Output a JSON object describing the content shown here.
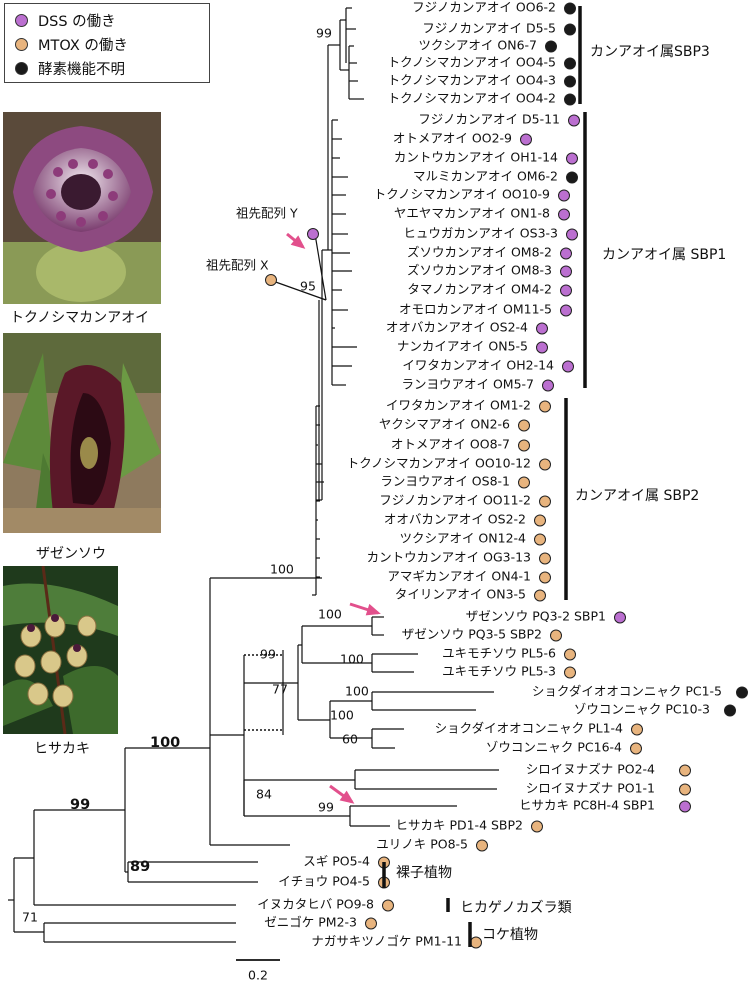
{
  "legend": {
    "items": [
      {
        "label": "DSS の働き",
        "color": "#bb6fd0"
      },
      {
        "label": "MTOX の働き",
        "color": "#e8b47e"
      },
      {
        "label": "酵素機能不明",
        "color": "#1a1a1a"
      }
    ]
  },
  "photos": [
    {
      "caption": "トクノシマカンアオイ",
      "icon": "asarum-flower-photo"
    },
    {
      "caption": "ザゼンソウ",
      "icon": "skunk-cabbage-photo"
    },
    {
      "caption": "ヒサカキ",
      "icon": "eurya-flowers-photo"
    }
  ],
  "colors": {
    "dss": "#bb6fd0",
    "mtox": "#e8b47e",
    "unknown": "#1a1a1a",
    "arrow": "#e2508c"
  },
  "tree": {
    "leaves": [
      {
        "label": "フジノカンアオイ OO6-2",
        "type": "unknown"
      },
      {
        "label": "フジノカンアオイ D5-5",
        "type": "unknown"
      },
      {
        "label": "ツクシアオイ ON6-7",
        "type": "unknown"
      },
      {
        "label": "トクノシマカンアオイ OO4-5",
        "type": "unknown"
      },
      {
        "label": "トクノシマカンアオイ OO4-3",
        "type": "unknown"
      },
      {
        "label": "トクノシマカンアオイ OO4-2",
        "type": "unknown"
      },
      {
        "label": "フジノカンアオイ D5-11",
        "type": "dss"
      },
      {
        "label": "オトメアオイ OO2-9",
        "type": "dss"
      },
      {
        "label": "カントウカンアオイ OH1-14",
        "type": "dss"
      },
      {
        "label": "マルミカンアオイ OM6-2",
        "type": "unknown"
      },
      {
        "label": "トクノシマカンアオイ OO10-9",
        "type": "dss"
      },
      {
        "label": "ヤエヤマカンアオイ ON1-8",
        "type": "dss"
      },
      {
        "label": "ヒュウガカンアオイ OS3-3",
        "type": "dss"
      },
      {
        "label": "ズソウカンアオイ OM8-2",
        "type": "dss"
      },
      {
        "label": "ズソウカンアオイ OM8-3",
        "type": "dss"
      },
      {
        "label": "タマノカンアオイ OM4-2",
        "type": "dss"
      },
      {
        "label": "オモロカンアオイ OM11-5",
        "type": "dss"
      },
      {
        "label": "オオバカンアオイ OS2-4",
        "type": "dss"
      },
      {
        "label": "ナンカイアオイ ON5-5",
        "type": "dss"
      },
      {
        "label": "イワタカンアオイ OH2-14",
        "type": "dss"
      },
      {
        "label": "ランヨウアオイ OM5-7",
        "type": "dss"
      },
      {
        "label": "イワタカンアオイ OM1-2",
        "type": "mtox"
      },
      {
        "label": "ヤクシマアオイ ON2-6",
        "type": "mtox"
      },
      {
        "label": "オトメアオイ OO8-7",
        "type": "mtox"
      },
      {
        "label": "トクノシマカンアオイ OO10-12",
        "type": "mtox"
      },
      {
        "label": "ランヨウアオイ OS8-1",
        "type": "mtox"
      },
      {
        "label": "フジノカンアオイ OO11-2",
        "type": "mtox"
      },
      {
        "label": "オオバカンアオイ OS2-2",
        "type": "mtox"
      },
      {
        "label": "ツクシアオイ ON12-4",
        "type": "mtox"
      },
      {
        "label": "カントウカンアオイ OG3-13",
        "type": "mtox"
      },
      {
        "label": "アマギカンアオイ ON4-1",
        "type": "mtox"
      },
      {
        "label": "タイリンアオイ ON3-5",
        "type": "mtox"
      },
      {
        "label": "ザゼンソウ PQ3-2 SBP1",
        "type": "dss"
      },
      {
        "label": "ザゼンソウ PQ3-5 SBP2",
        "type": "mtox"
      },
      {
        "label": "ユキモチソウ PL5-6",
        "type": "mtox"
      },
      {
        "label": "ユキモチソウ PL5-3",
        "type": "mtox"
      },
      {
        "label": "ショクダイオオコンニャク PC1-5",
        "type": "unknown"
      },
      {
        "label": "ゾウコンニャク PC10-3",
        "type": "unknown"
      },
      {
        "label": "ショクダイオオコンニャク PL1-4",
        "type": "mtox"
      },
      {
        "label": "ゾウコンニャク PC16-4",
        "type": "mtox"
      },
      {
        "label": "シロイヌナズナ PO2-4",
        "type": "mtox"
      },
      {
        "label": "シロイヌナズナ PO1-1",
        "type": "mtox"
      },
      {
        "label": "ヒサカキ PC8H-4 SBP1",
        "type": "dss"
      },
      {
        "label": "ヒサカキ PD1-4 SBP2",
        "type": "mtox"
      },
      {
        "label": "ユリノキ PO8-5",
        "type": "mtox"
      },
      {
        "label": "スギ PO5-4",
        "type": "mtox"
      },
      {
        "label": "イチョウ PO4-5",
        "type": "mtox"
      },
      {
        "label": "イヌカタヒバ PO9-8",
        "type": "mtox"
      },
      {
        "label": "ゼニゴケ PM2-3",
        "type": "mtox"
      },
      {
        "label": "ナガサキツノゴケ PM1-11",
        "type": "mtox"
      }
    ],
    "ancestors": [
      {
        "label": "祖先配列 Y",
        "type": "dss"
      },
      {
        "label": "祖先配列 X",
        "type": "mtox"
      }
    ],
    "groups": [
      {
        "label": "カンアオイ属SBP3"
      },
      {
        "label": "カンアオイ属 SBP1"
      },
      {
        "label": "カンアオイ属 SBP2"
      },
      {
        "label": "裸子植物"
      },
      {
        "label": "ヒカゲノカズラ類"
      },
      {
        "label": "コケ植物"
      }
    ],
    "bootstrap": [
      "99",
      "95",
      "100",
      "100",
      "99",
      "77",
      "100",
      "100",
      "60",
      "100",
      "84",
      "99",
      "100",
      "99",
      "89",
      "71"
    ],
    "scale_label": "0.2"
  }
}
